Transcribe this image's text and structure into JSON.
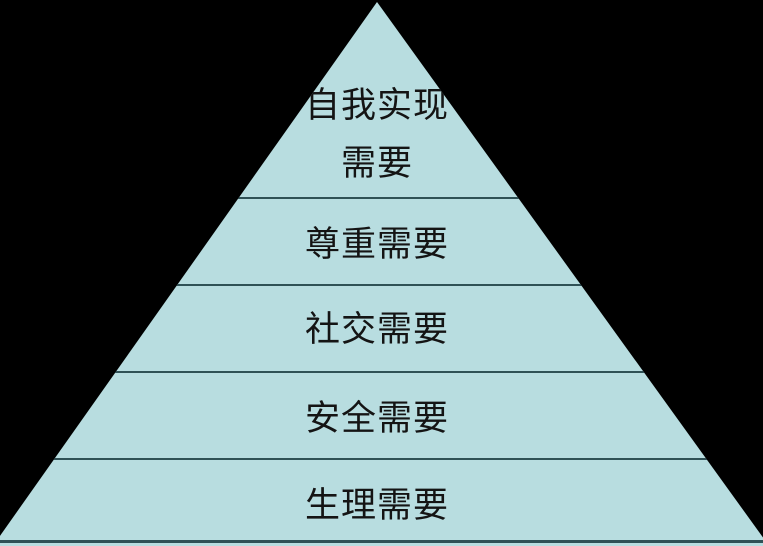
{
  "diagram": {
    "type": "pyramid",
    "levels": [
      {
        "id": "self-actualization",
        "label": "自我实现需要",
        "line1": "自我实现",
        "line2": "需要"
      },
      {
        "id": "esteem",
        "label": "尊重需要"
      },
      {
        "id": "social",
        "label": "社交需要"
      },
      {
        "id": "safety",
        "label": "安全需要"
      },
      {
        "id": "physiological",
        "label": "生理需要"
      }
    ]
  },
  "colors": {
    "background": "#000000",
    "pyramid_fill": "#b8dde0",
    "divider_line": "#2f5156",
    "label_text": "#141414"
  }
}
